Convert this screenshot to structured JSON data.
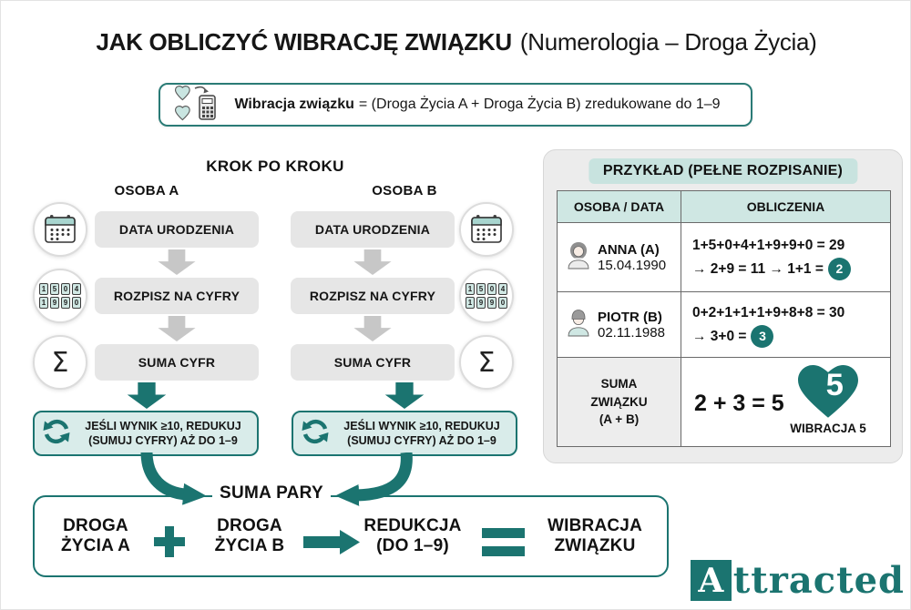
{
  "title": {
    "main": "JAK OBLICZYĆ WIBRACJĘ ZWIĄZKU",
    "sub": "(Numerologia – Droga Życia)"
  },
  "formula": {
    "bold": "Wibracja związku",
    "rest": "= (Droga Życia A + Droga Życia B) zredukowane do 1–9"
  },
  "steps": {
    "heading": "KROK PO KROKU",
    "person_a": "OSOBA A",
    "person_b": "OSOBA B",
    "step1_label": "DATA URODZENIA",
    "step2_label": "ROZPISZ NA CYFRY",
    "step3_label": "SUMA CYFR",
    "sigma": "Σ",
    "digits": [
      "1",
      "5",
      "0",
      "4",
      "1",
      "9",
      "9",
      "0"
    ],
    "reduce_line1": "JEŚLI WYNIK ≥10, REDUKUJ",
    "reduce_line2": "(SUMUJ CYFRY) AŻ DO 1–9"
  },
  "example": {
    "heading": "PRZYKŁAD (PEŁNE ROZPISANIE)",
    "col_person": "OSOBA / DATA",
    "col_calc": "OBLICZENIA",
    "rows": [
      {
        "name": "ANNA (A)",
        "date": "15.04.1990",
        "calc1": "1+5+0+4+1+9+9+0 = 29",
        "calc2": "→ 2+9 = 11 → 1+1 =",
        "result": "2"
      },
      {
        "name": "PIOTR (B)",
        "date": "02.11.1988",
        "calc1": "0+2+1+1+1+9+8+8 = 30",
        "calc2": "→ 3+0 =",
        "result": "3"
      }
    ],
    "sum": {
      "label1": "SUMA",
      "label2": "ZWIĄZKU",
      "label3": "(A + B)",
      "equation": "2 + 3 = 5",
      "heart_value": "5",
      "caption": "WIBRACJA 5"
    }
  },
  "bottom": {
    "sum_label": "SUMA PARY",
    "a1": "DROGA",
    "a2": "ŻYCIA A",
    "b1": "DROGA",
    "b2": "ŻYCIA B",
    "red1": "REDUKCJA",
    "red2": "(DO 1–9)",
    "vib1": "WIBRACJA",
    "vib2": "ZWIĄZKU"
  },
  "logo": {
    "initial": "A",
    "rest": "ttracted"
  },
  "colors": {
    "teal": "#1b7470",
    "light_teal": "#cfe7e3",
    "reduce_bg": "#d9ecea",
    "panel_gray": "#ececec",
    "pill_gray": "#e6e6e6",
    "arrow_gray": "#c7c7c7"
  }
}
